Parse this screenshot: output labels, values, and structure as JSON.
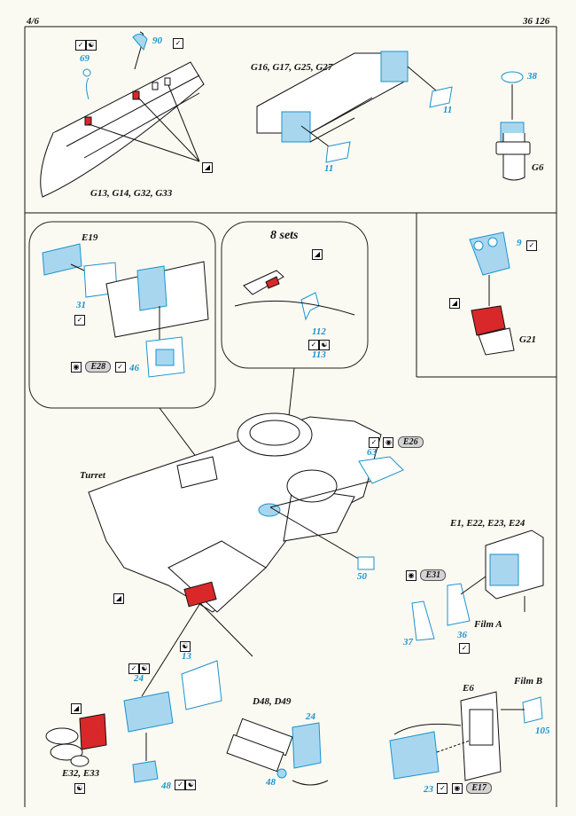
{
  "header": {
    "page": "4/6",
    "code": "36 126"
  },
  "top_panel": {
    "left_labels": {
      "p69": "69",
      "p90": "90",
      "caption": "G13, G14, G32, G33"
    },
    "mid_labels": {
      "title": "G16, G17, G25, G27",
      "p11a": "11",
      "p11b": "11"
    },
    "right_labels": {
      "p38": "38",
      "caption": "G6"
    }
  },
  "inset_g21": {
    "p9": "9",
    "caption": "G21"
  },
  "bubble_left": {
    "e19": "E19",
    "p31": "31",
    "p46": "46",
    "ref": "E28"
  },
  "bubble_right": {
    "title": "8 sets",
    "p112": "112",
    "p113": "113"
  },
  "main": {
    "turret": "Turret",
    "p63": "63",
    "ref_e26": "E26",
    "p50": "50",
    "e_group": "E1, E22, E23, E24",
    "ref_e31": "E31",
    "p37": "37",
    "p36": "36",
    "film_a": "Film A",
    "p13": "13",
    "p24": "24",
    "p48": "48",
    "e32": "E32, E33",
    "d48": "D48, D49",
    "p24b": "24",
    "p48b": "48",
    "e6": "E6",
    "film_b": "Film B",
    "p105": "105",
    "p23": "23",
    "ref_e17": "E17"
  },
  "icons": {
    "check": "checkmark-icon",
    "yin": "yin-yang-icon",
    "diag": "diagonal-bend-icon",
    "seal": "seal-icon"
  },
  "colors": {
    "part_blue": "#1a93cf",
    "photo_red": "#d8282a",
    "fill_blue": "#a9d6ef"
  }
}
